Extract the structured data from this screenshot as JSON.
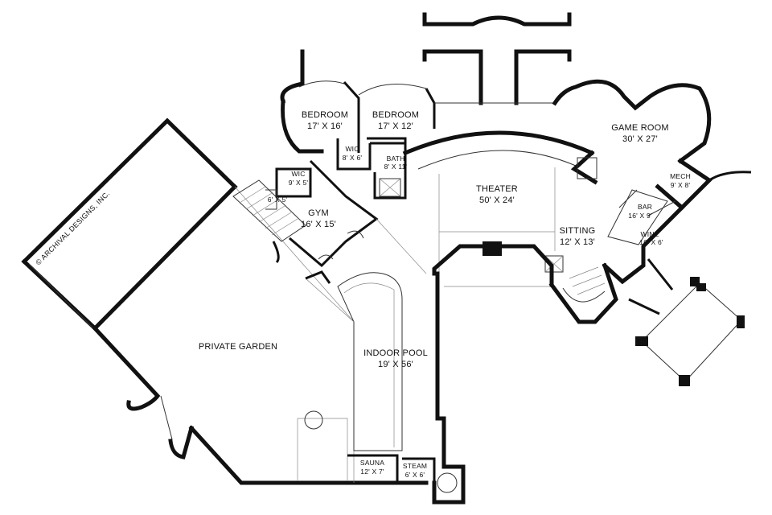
{
  "copyright": "© ARCHIVAL DESIGNS, INC.",
  "rooms": {
    "bedroom1": {
      "name": "BEDROOM",
      "size": "17' X 16'"
    },
    "bedroom2": {
      "name": "BEDROOM",
      "size": "17' X 12'"
    },
    "wic1": {
      "name": "WIC",
      "size": "8' X 6'"
    },
    "wic2": {
      "name": "WIC",
      "size": "9' X 5'"
    },
    "bath": {
      "name": "BATH",
      "size": "8' X 11'"
    },
    "closet": {
      "size": "6' X 5'"
    },
    "gym": {
      "name": "GYM",
      "size": "16' X 15'"
    },
    "theater": {
      "name": "THEATER",
      "size": "50' X 24'"
    },
    "game_room": {
      "name": "GAME ROOM",
      "size": "30' X 27'"
    },
    "mech": {
      "name": "MECH",
      "size": "9' X 8'"
    },
    "bar": {
      "name": "BAR",
      "size": "16' X 9'"
    },
    "wine": {
      "name": "WINE",
      "size": "16' X 6'"
    },
    "sitting": {
      "name": "SITTING",
      "size": "12' X 13'"
    },
    "private_garden": {
      "name": "PRIVATE GARDEN"
    },
    "indoor_pool": {
      "name": "INDOOR POOL",
      "size": "19' X 56'"
    },
    "sauna": {
      "name": "SAUNA",
      "size": "12' X 7'"
    },
    "steam": {
      "name": "STEAM",
      "size": "6' X 6'"
    }
  }
}
